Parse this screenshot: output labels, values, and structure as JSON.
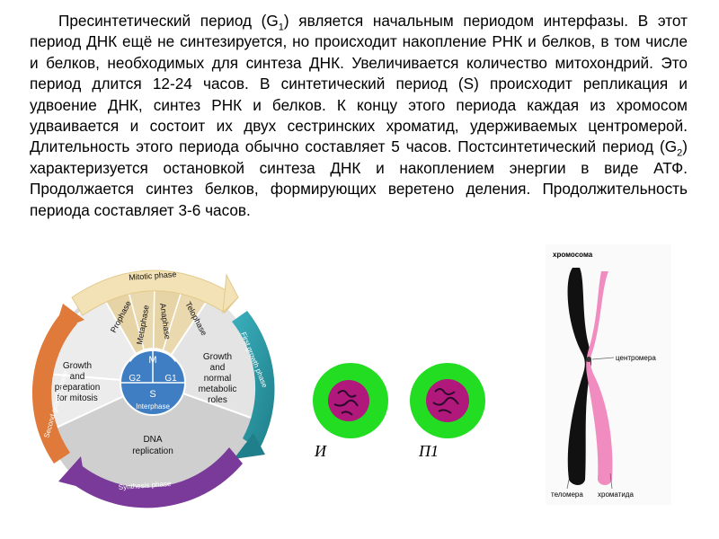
{
  "paragraph": {
    "p1": "Пресинтетический период (G",
    "p1_sub": "1",
    "p2": ") является начальным периодом интерфазы. В этот период ДНК ещё не синтезируется, но происходит накопление РНК и белков, в том числе и белков, необходимых для синтеза ДНК. Увеличивается количество митохондрий. Это период длится 12-24 часов. В синтетический период (S) происходит репликация и удвоение ДНК, синтез РНК и белков. К концу этого периода каждая из хромосом удваивается и состоит их двух сестринских хроматид, удерживаемых центромерой. Длительность этого периода обычно составляет 5 часов. Постсинтетический период (G",
    "p2_sub": "2",
    "p3": ") характеризуется остановкой синтеза ДНК и накоплением энергии в виде АТФ. Продолжается синтез белков, формирующих веретено деления. Продолжительность периода составляет 3-6 часов."
  },
  "cycle": {
    "mitotic_phase": "Mitotic phase",
    "prophase": "Prophase",
    "metaphase": "Metaphase",
    "anaphase": "Anaphase",
    "telophase": "Telophase",
    "first_growth": "First growth phase",
    "second_growth": "Second growth phase",
    "synthesis": "Synthesis phase",
    "growth_prep_1": "Growth",
    "growth_prep_2": "and",
    "growth_prep_3": "preparation",
    "growth_prep_4": "for mitosis",
    "growth_normal_1": "Growth",
    "growth_normal_2": "and",
    "growth_normal_3": "normal",
    "growth_normal_4": "metabolic",
    "growth_normal_5": "roles",
    "dna_1": "DNA",
    "dna_2": "replication",
    "m": "M",
    "g2": "G2",
    "g1": "G1",
    "s": "S",
    "interphase": "Interphase"
  },
  "cells": {
    "label_left": "И",
    "label_right": "П1"
  },
  "chromosome": {
    "title": "хромосома",
    "centromere": "центромера",
    "telomere": "теломера",
    "chromatid": "хроматида"
  },
  "colors": {
    "outer_ring": "#2a9aa6",
    "purple_arrow": "#7a3a9a",
    "orange_arrow": "#e07a3a",
    "mitotic": "#f6e9c8",
    "cell_green": "#22dd22",
    "nucleus": "#b0187c",
    "chromatid_pink": "#f08cc0"
  }
}
